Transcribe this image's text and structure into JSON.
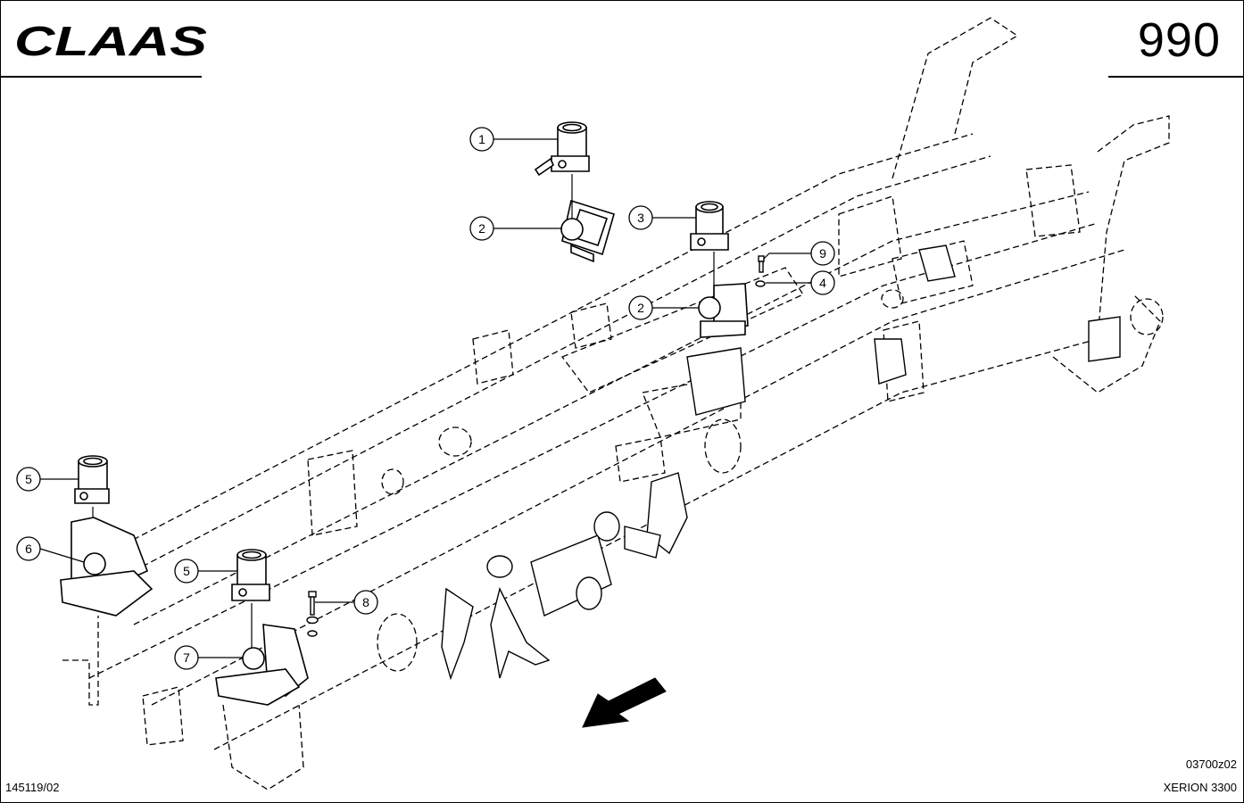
{
  "header": {
    "brand": "CLAAS",
    "page_number": "990"
  },
  "footer": {
    "document_number": "145119/02",
    "image_code": "03700z02",
    "model": "XERION 3300"
  },
  "callouts": [
    {
      "id": "c1",
      "label": "1"
    },
    {
      "id": "c2a",
      "label": "2"
    },
    {
      "id": "c3",
      "label": "3"
    },
    {
      "id": "c9",
      "label": "9"
    },
    {
      "id": "c4",
      "label": "4"
    },
    {
      "id": "c2b",
      "label": "2"
    },
    {
      "id": "c5a",
      "label": "5"
    },
    {
      "id": "c6",
      "label": "6"
    },
    {
      "id": "c5b",
      "label": "5"
    },
    {
      "id": "c8",
      "label": "8"
    },
    {
      "id": "c7",
      "label": "7"
    }
  ],
  "colors": {
    "ink": "#000000",
    "paper": "#ffffff"
  },
  "icons": {
    "direction": "direction-arrow-icon"
  }
}
